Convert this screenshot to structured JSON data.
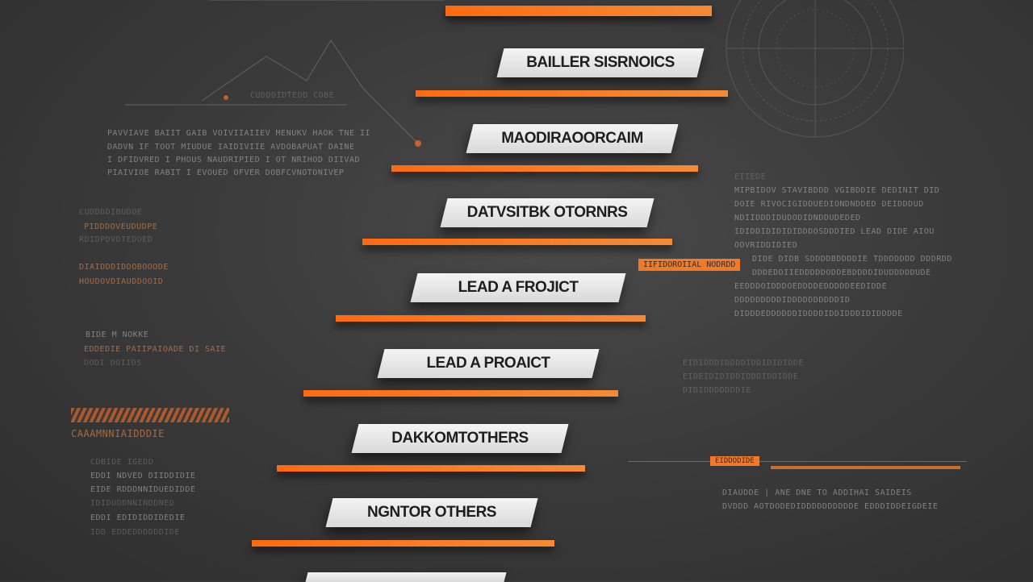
{
  "steps": [
    {
      "label": "BAILLER SISRNOICS"
    },
    {
      "label": "MAODIRAOORCAIM"
    },
    {
      "label": "DATVSITBK OTORNRS"
    },
    {
      "label": "LEAD A FROJICT"
    },
    {
      "label": "LEAD A PROAICT"
    },
    {
      "label": "DAKKOMTOTHERS"
    },
    {
      "label": "NGNTOR OTHERS"
    }
  ],
  "left_text": {
    "header_caption": "CUDDDIDTEDD COBE",
    "para1": [
      "PAVVIAVE BAIIT GAIB VOIVIIAIIEV MENUKV HAOK TNE II",
      "DADVN IF TOOT MIUDUE IAIDIVIIE AVDOBAPUAT DAINE",
      "I DFIDVRED I PHOUS NAUDRIPIED I OT NRIHOD DIIVAD",
      "PIAIVIOE RABIT I EVOUED OFVER DOBFCVNOTONIVEP"
    ],
    "block2": [
      "CUDDDDIBUDOE",
      "PIDDDOVEUDUDPE",
      "RDIDPDVDTEDOED",
      "DIAIDDDIDDOBOOODE",
      "HOUDOVDIAUDDOOID"
    ],
    "block3": [
      "BIDE M NOKKE",
      "EDDEDIE PAIIPAIOADE DI SAIE",
      "DODI DOIIDS"
    ],
    "block4_heading": "CAAAMNNIAIDDDIE",
    "block4": [
      "CDBIDE IGEDD",
      "EDDI NDVED DIIDDIDIE",
      "EIDE RDDDNNIDUEDIDDE",
      "IDIDUDDNNINDDNED",
      "EDDI EDIDIDDIDEDIE",
      "IDD EDDEDDDDDDIDE"
    ]
  },
  "right_text": {
    "block1": [
      "EIIEDE",
      "MIPBIDOV STAVIBDDD VGIBDDIE DEDINIT DID",
      "DOIE RIVOCIGIDDUEDIONDNDDED DEIDDDUD",
      "NDIIDDDIDUDODIDNDDUDEDED",
      "IDIDDIDIDIDIDDDOSDDDIED LEAD DIDE AIOU",
      "OOVRIDDIDIED"
    ],
    "tag1": "IIFIDOROIIAL NODRDD",
    "block2": [
      "DIDE DIDB SDDDDBDDDDIE TDDDDDDD DDDRDD",
      "DDDEDDIIEDDDDDODDEBDDDDIDUDDDDDUDE",
      "EEDDDOIDDDOEDDDDEDDDDDEEDIDDE",
      "DDDDDDDDDIDDDDDDDDDDID",
      "DIDDDEDDDDDDIDDDDIDDIDDDIDIDDDDE"
    ],
    "block3": [
      "EIDIDDDIDDDDIDDIDIDIDDE",
      "EIDEIDIDIDDIDDDIDDIDDE",
      "DIDIDDDDDDDIE"
    ],
    "tag2": "EIDDODIDE",
    "block4": [
      "DIAUDDE | ANE DNE TO ADDIHAI SAIDEIS",
      "DVDDD AOTDODEDIDDDDDDDDDDE EDDDIDDEIGDEIE"
    ]
  },
  "colors": {
    "accent": "#ff6a10",
    "background": "#3b3b3b",
    "label_bg": "#ececec",
    "label_text": "#1e1e1e"
  }
}
